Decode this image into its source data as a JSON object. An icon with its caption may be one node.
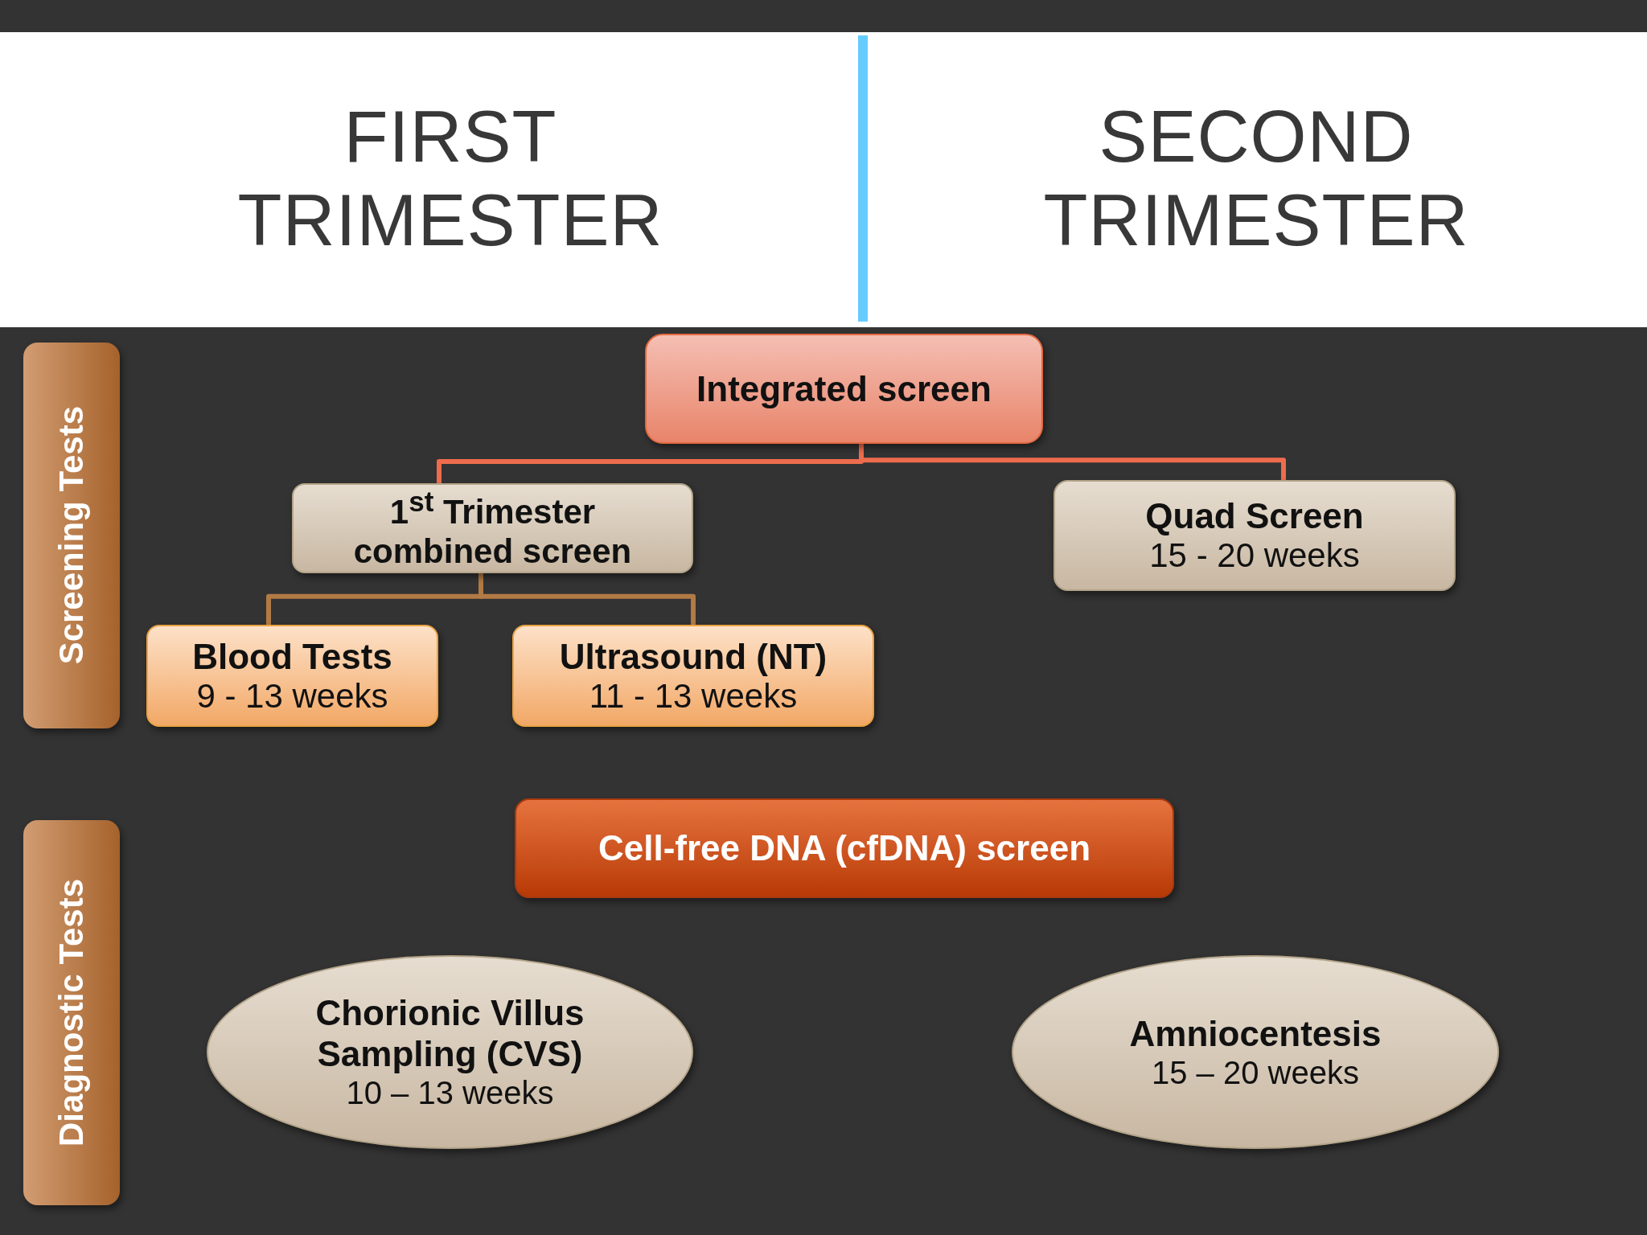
{
  "diagram": {
    "nodes": [
      {
        "text": [
          "Screening Tests"
        ]
      },
      {
        "text": [
          "Integrated screen"
        ]
      },
      {
        "text": [
          "1$^{st}$ Trimester combined screen"
        ]
      },
      {
        "text": [
          "Quad Screen",
          "15 - 20 weeks"
        ]
      },
      {
        "text": [
          "Blood Tests",
          "9 - 13 weeks"
        ]
      },
      {
        "text": [
          "Ultrasound (NT)",
          "11 - 13 weeks"
        ]
      },
      {
        "text": [
          "Diagnostic Tests"
        ]
      },
      {
        "text": [
          "Cell-free DNA (cfDNA) screen"
        ]
      },
      {
        "text": [
          "Chorionic Villus Sampling (CVS)",
          "10 – 13 weeks"
        ]
      },
      {
        "text": [
          "Amniocentesis",
          "15 – 20 weeks"
        ]
      }
    ],
    "edges": [
      {
        "from": 1,
        "to": 2,
        "arrow": "none",
        "color": "#ee6c4d"
      },
      {
        "from": 1,
        "to": 3,
        "arrow": "none",
        "color": "#ee6c4d"
      },
      {
        "from": 2,
        "to": 4,
        "arrow": "none",
        "color": "#b27a45"
      },
      {
        "from": 2,
        "to": 5,
        "arrow": "none",
        "color": "#b27a45"
      }
    ],
    "labels": [
      "FIRST TRIMESTER",
      "SECOND TRIMESTER"
    ]
  }
}
